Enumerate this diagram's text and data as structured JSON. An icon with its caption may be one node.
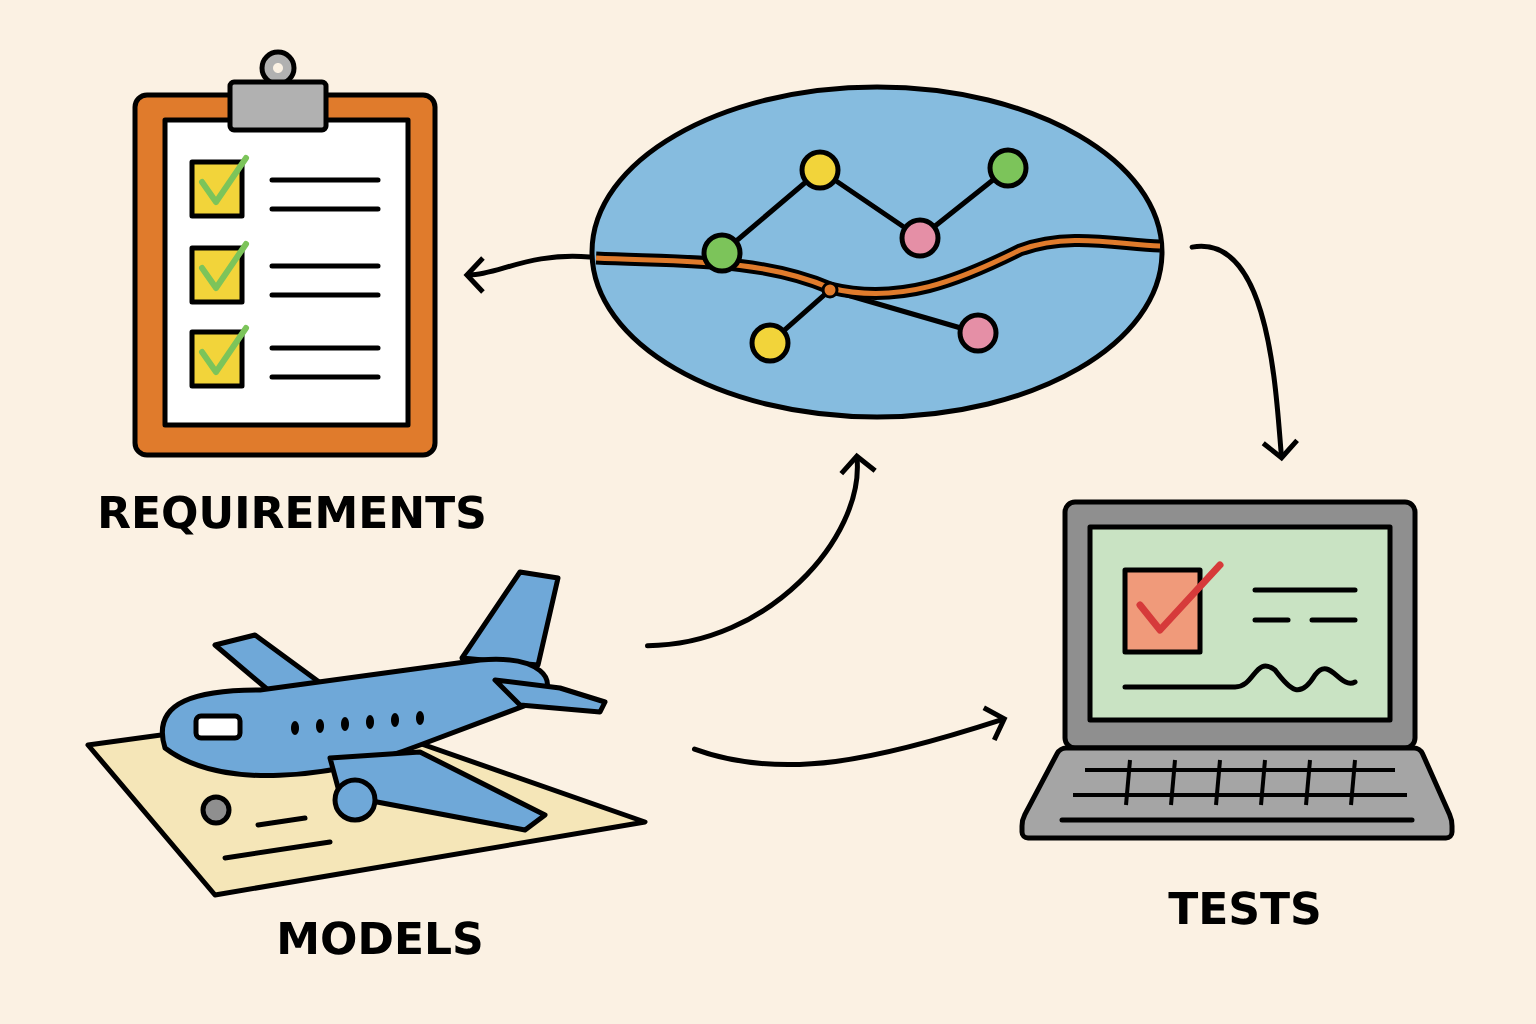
{
  "diagram": {
    "nodes": [
      {
        "text": [
          "REQUIREMENTS"
        ]
      },
      {
        "text": [],
        "shape": "picture"
      },
      {
        "text": [
          "MODELS"
        ]
      },
      {
        "text": [
          "TESTS"
        ]
      }
    ],
    "edges": [
      {
        "from": 1,
        "to": 0,
        "arrow": "to"
      },
      {
        "from": 1,
        "to": 3,
        "arrow": "to"
      },
      {
        "from": 2,
        "to": 1,
        "arrow": "to"
      },
      {
        "from": 2,
        "to": 3,
        "arrow": "to"
      }
    ]
  }
}
